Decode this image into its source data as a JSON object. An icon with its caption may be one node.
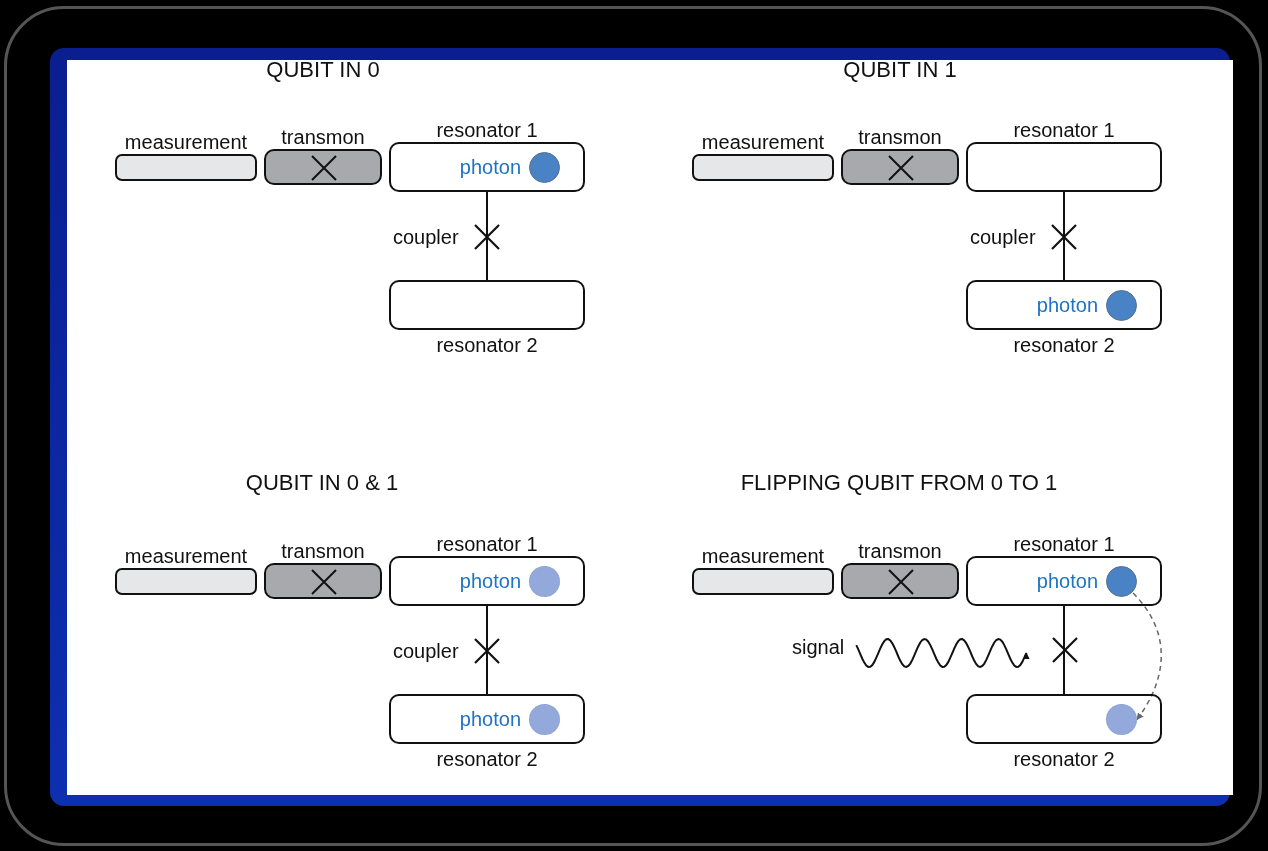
{
  "diagram": {
    "nodes": [
      {
        "text": [
          "measurement"
        ]
      },
      {
        "text": [
          "transmon"
        ]
      },
      {
        "text": [
          "resonator 1",
          "photon"
        ]
      },
      {
        "text": [],
        "shape": "circle",
        "in": 2
      },
      {
        "text": [
          "resonator 2"
        ]
      },
      {
        "text": [
          "measurement"
        ]
      },
      {
        "text": [
          "transmon"
        ]
      },
      {
        "text": [
          "resonator 1"
        ]
      },
      {
        "text": [
          "photon",
          "resonator 2"
        ]
      },
      {
        "text": [],
        "shape": "circle",
        "in": 8
      },
      {
        "text": [
          "measurement"
        ]
      },
      {
        "text": [
          "transmon"
        ]
      },
      {
        "text": [
          "resonator 1",
          "photon"
        ]
      },
      {
        "text": [],
        "shape": "circle",
        "in": 12
      },
      {
        "text": [
          "photon",
          "resonator 2"
        ]
      },
      {
        "text": [],
        "shape": "circle",
        "in": 14
      },
      {
        "text": [
          "measurement"
        ]
      },
      {
        "text": [
          "transmon"
        ]
      },
      {
        "text": [
          "resonator 1",
          "photon"
        ]
      },
      {
        "text": [],
        "shape": "circle",
        "in": 18
      },
      {
        "text": [
          "signal"
        ]
      },
      {
        "text": [
          "resonator 2"
        ]
      },
      {
        "text": [],
        "shape": "circle",
        "in": 21
      }
    ],
    "edges": [
      {
        "from": 2,
        "to": 4,
        "arrow": "none"
      },
      {
        "from": 7,
        "to": 8,
        "arrow": "none"
      },
      {
        "from": 12,
        "to": 14,
        "arrow": "none"
      },
      {
        "from": 18,
        "to": 21,
        "arrow": "none"
      },
      {
        "from": 19,
        "to": 22,
        "arrow": "to",
        "style": "dashed",
        "color": "#666666"
      },
      {
        "from": 20,
        "to": null,
        "arrow": "to"
      }
    ],
    "labels": [
      "QUBIT IN 0",
      "QUBIT IN 1",
      "coupler",
      "coupler",
      "QUBIT IN 0 & 1",
      "FLIPPING QUBIT FROM 0 TO 1",
      "coupler"
    ]
  }
}
